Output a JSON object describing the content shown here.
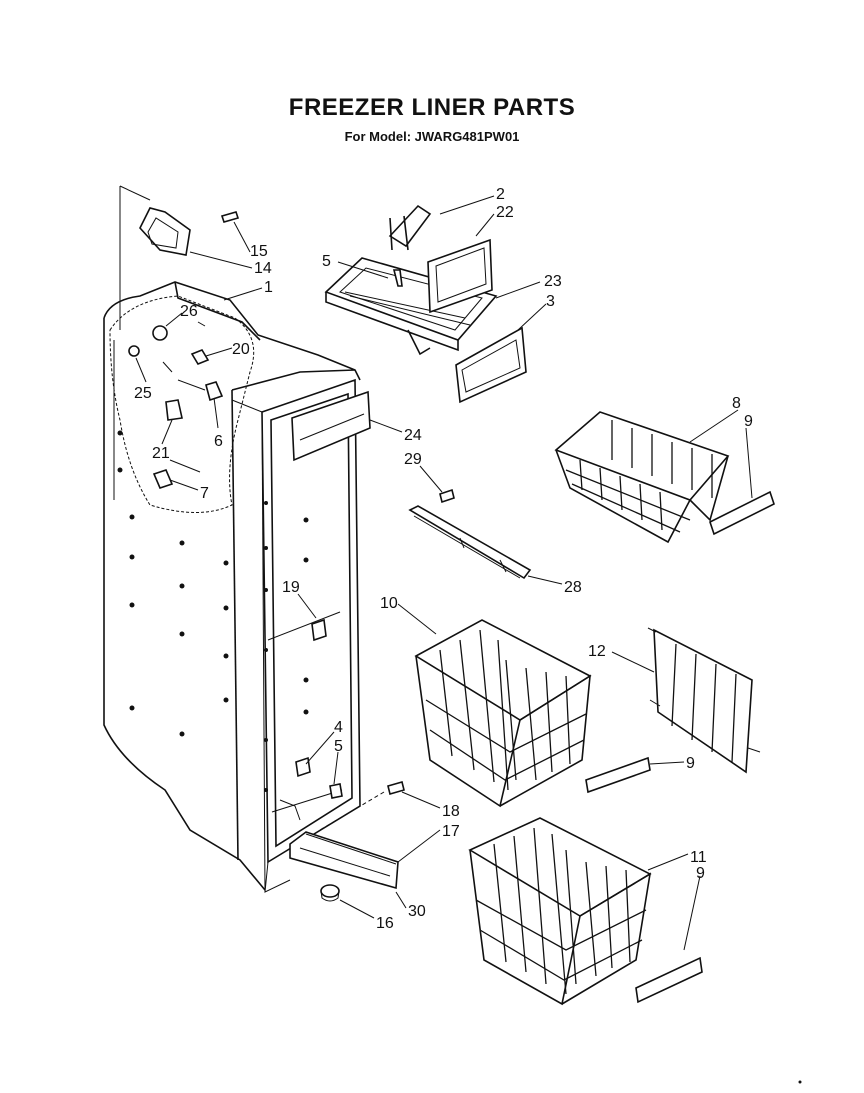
{
  "header": {
    "title": "FREEZER LINER PARTS",
    "model_line": "For Model: JWARG481PW01"
  },
  "callouts": {
    "c1": "1",
    "c2": "2",
    "c3": "3",
    "c4": "4",
    "c5a": "5",
    "c5b": "5",
    "c6": "6",
    "c7": "7",
    "c8": "8",
    "c9a": "9",
    "c9b": "9",
    "c9c": "9",
    "c10": "10",
    "c11": "11",
    "c12": "12",
    "c14": "14",
    "c15": "15",
    "c16": "16",
    "c17": "17",
    "c18": "18",
    "c19": "19",
    "c20": "20",
    "c21": "21",
    "c22": "22",
    "c23": "23",
    "c24": "24",
    "c25": "25",
    "c26": "26",
    "c28": "28",
    "c29": "29",
    "c30": "30"
  }
}
